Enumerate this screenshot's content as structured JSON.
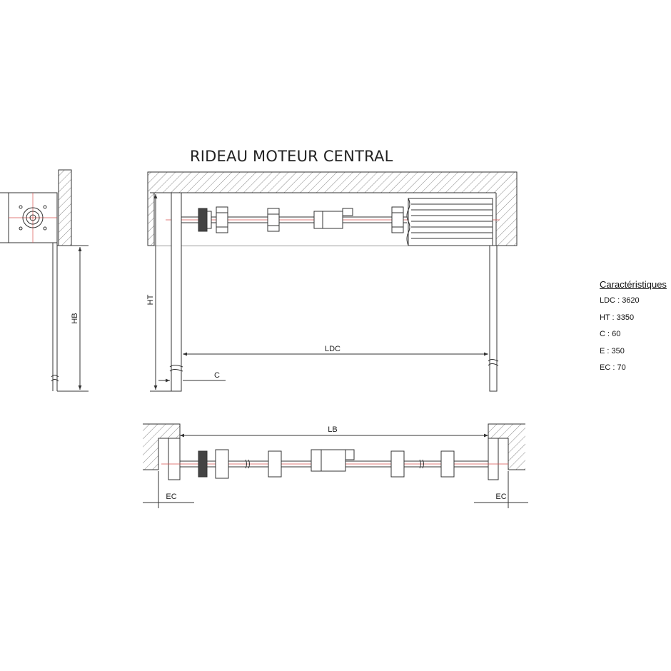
{
  "title": "RIDEAU MOTEUR CENTRAL",
  "specs": {
    "heading": "Caractéristiques",
    "items": [
      {
        "label": "LDC",
        "value": "3620"
      },
      {
        "label": "HT",
        "value": "3350"
      },
      {
        "label": "C",
        "value": "60"
      },
      {
        "label": "E",
        "value": "350"
      },
      {
        "label": "EC",
        "value": "70"
      }
    ]
  },
  "dims": {
    "hb": "HB",
    "ht": "HT",
    "ldc": "LDC",
    "c": "C",
    "lb": "LB",
    "ec_left": "EC",
    "ec_right": "EC"
  },
  "colors": {
    "line": "#333333",
    "axis": "#d9534f",
    "hatch": "#888888"
  }
}
